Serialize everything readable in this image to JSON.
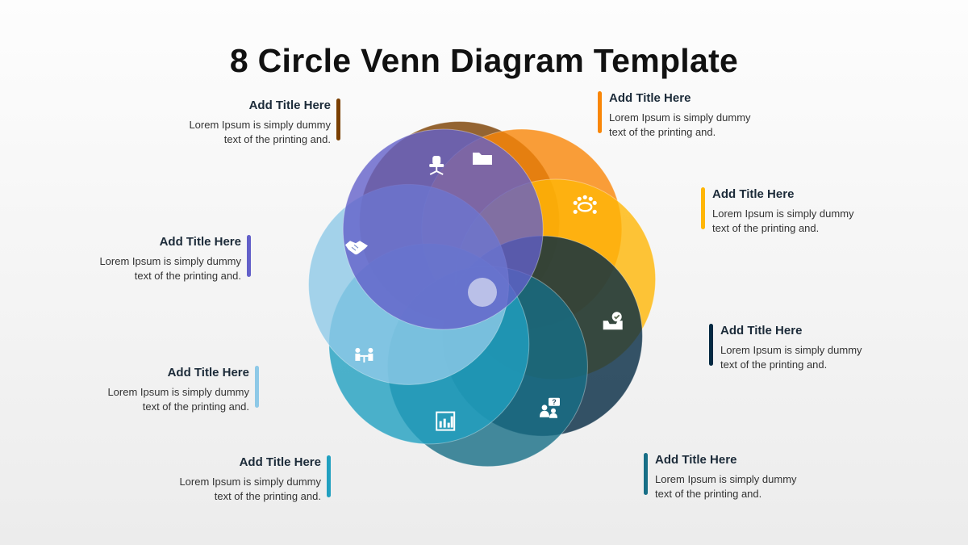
{
  "title": "8 Circle Venn Diagram Template",
  "circles": [
    {
      "name": "brown",
      "color": "#7a3f00",
      "icon": "folder-icon"
    },
    {
      "name": "orange",
      "color": "#f98607",
      "icon": "team-meeting-icon"
    },
    {
      "name": "yellow",
      "color": "#ffb606",
      "icon": "inbox-check-icon"
    },
    {
      "name": "navy",
      "color": "#042942",
      "icon": "question-people-icon"
    },
    {
      "name": "teal",
      "color": "#176e86",
      "icon": "bar-chart-icon"
    },
    {
      "name": "blue",
      "color": "#21a0c0",
      "icon": "people-table-icon"
    },
    {
      "name": "lightblue",
      "color": "#8ec9e7",
      "icon": "handshake-icon"
    },
    {
      "name": "purple",
      "color": "#6360c9",
      "icon": "office-chair-icon"
    }
  ],
  "cards": [
    {
      "title": "Add Title Here",
      "line1": "Lorem Ipsum is simply dummy",
      "line2": "text of the printing and.",
      "color": "#7a3f00"
    },
    {
      "title": "Add Title Here",
      "line1": "Lorem Ipsum is simply dummy",
      "line2": "text of the printing and.",
      "color": "#f98607"
    },
    {
      "title": "Add Title Here",
      "line1": "Lorem Ipsum is simply dummy",
      "line2": "text of the printing and.",
      "color": "#ffb606"
    },
    {
      "title": "Add Title Here",
      "line1": "Lorem Ipsum is simply dummy",
      "line2": "text of the printing and.",
      "color": "#6360c9"
    },
    {
      "title": "Add Title Here",
      "line1": "Lorem Ipsum is simply dummy",
      "line2": "text of the printing and.",
      "color": "#042942"
    },
    {
      "title": "Add Title Here",
      "line1": "Lorem Ipsum is simply dummy",
      "line2": "text of the printing and.",
      "color": "#8ec9e7"
    },
    {
      "title": "Add Title Here",
      "line1": "Lorem Ipsum is simply dummy",
      "line2": "text of the printing and.",
      "color": "#176e86"
    },
    {
      "title": "Add Title Here",
      "line1": "Lorem Ipsum is simply dummy",
      "line2": "text of the printing and.",
      "color": "#21a0c0"
    }
  ]
}
